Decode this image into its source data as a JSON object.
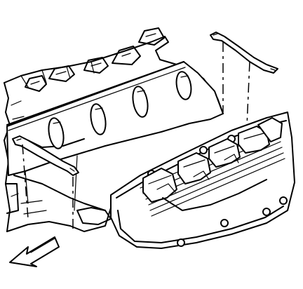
{
  "figure": {
    "kind": "exploded technical illustration",
    "parts": [
      "engine-block",
      "cylinder-head",
      "intake-manifold",
      "valve-cover",
      "ignition-coil-pack",
      "heat-shield-bracket-left",
      "heat-shield-bracket-right",
      "direction-arrow"
    ],
    "arrow_direction": "down-left",
    "style": {
      "line_color": "#000000",
      "fill_color": "#ffffff"
    }
  }
}
